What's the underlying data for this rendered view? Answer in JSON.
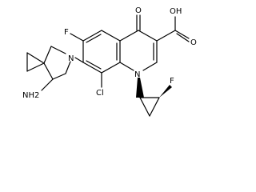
{
  "molecule": {
    "atoms": {
      "fluoro_quinolone": "F",
      "oxo": "O",
      "acid_oh": "OH",
      "acid_o": "O",
      "ring_n": "N",
      "pyrrolidine_n": "N",
      "chloro": "Cl",
      "amine": "NH2",
      "fluoro_cyclopropyl": "F"
    },
    "colors": {
      "bond": "#000000",
      "text": "#000000",
      "background": "#ffffff"
    }
  }
}
